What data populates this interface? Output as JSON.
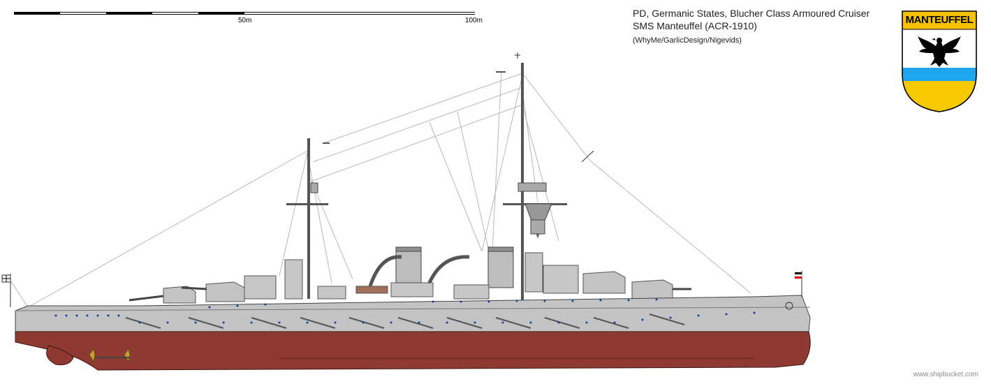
{
  "scale_bar": {
    "label_mid": "50m",
    "label_end": "100m"
  },
  "header": {
    "line1": "PD, Germanic States, Blucher Class Armoured Cruiser",
    "line2": "SMS Manteuffel (ACR-1910)",
    "credits": "(WhyMe/GarlicDesign/Nigevids)"
  },
  "crest": {
    "name": "MANTEUFFEL",
    "colors": {
      "banner": "#f6c200",
      "blue": "#1ea5f0",
      "yellow": "#f6c900",
      "eagle": "#000000"
    }
  },
  "watermark": "www.shipbucket.com",
  "colors": {
    "hull_grey": "#c3c3c3",
    "hull_red": "#8e3a33",
    "deck_line": "#666666",
    "porthole": "#1a3a9c"
  }
}
